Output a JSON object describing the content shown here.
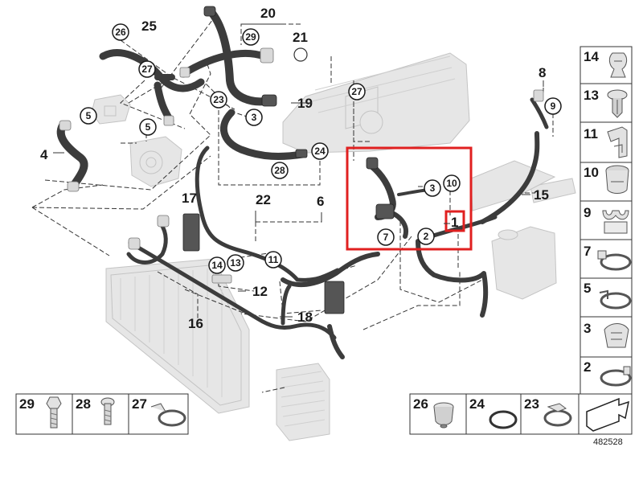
{
  "diagram": {
    "reference_number": "482528",
    "plain_labels": [
      "20",
      "25",
      "21",
      "19",
      "8",
      "4",
      "15",
      "6",
      "17",
      "22",
      "12",
      "16",
      "18",
      "1"
    ],
    "circled_labels": [
      "26",
      "29",
      "27",
      "27",
      "23",
      "3",
      "5",
      "5",
      "24",
      "28",
      "3",
      "10",
      "9",
      "7",
      "2",
      "14",
      "13",
      "11"
    ],
    "highlighted_label": "1",
    "highlight_color": "#e02020"
  },
  "legend_right": [
    {
      "num": "14",
      "icon": "clip-icon"
    },
    {
      "num": "13",
      "icon": "expanding-rivet-icon"
    },
    {
      "num": "11",
      "icon": "bracket-clip-icon"
    },
    {
      "num": "10",
      "icon": "plug-connector-icon"
    },
    {
      "num": "9",
      "icon": "double-clip-icon"
    },
    {
      "num": "7",
      "icon": "hose-clamp-icon"
    },
    {
      "num": "5",
      "icon": "hose-clamp-icon"
    },
    {
      "num": "3",
      "icon": "spring-clip-icon"
    },
    {
      "num": "2",
      "icon": "hose-clamp-icon"
    }
  ],
  "legend_bottom_left": [
    {
      "num": "29",
      "icon": "hex-bolt-icon"
    },
    {
      "num": "28",
      "icon": "bolt-icon"
    },
    {
      "num": "27",
      "icon": "hose-clamp-icon"
    }
  ],
  "legend_bottom_right": [
    {
      "num": "26",
      "icon": "grommet-icon"
    },
    {
      "num": "24",
      "icon": "o-ring-icon"
    },
    {
      "num": "23",
      "icon": "hose-clamp-icon"
    },
    {
      "num": "",
      "icon": "arrow-icon"
    }
  ]
}
